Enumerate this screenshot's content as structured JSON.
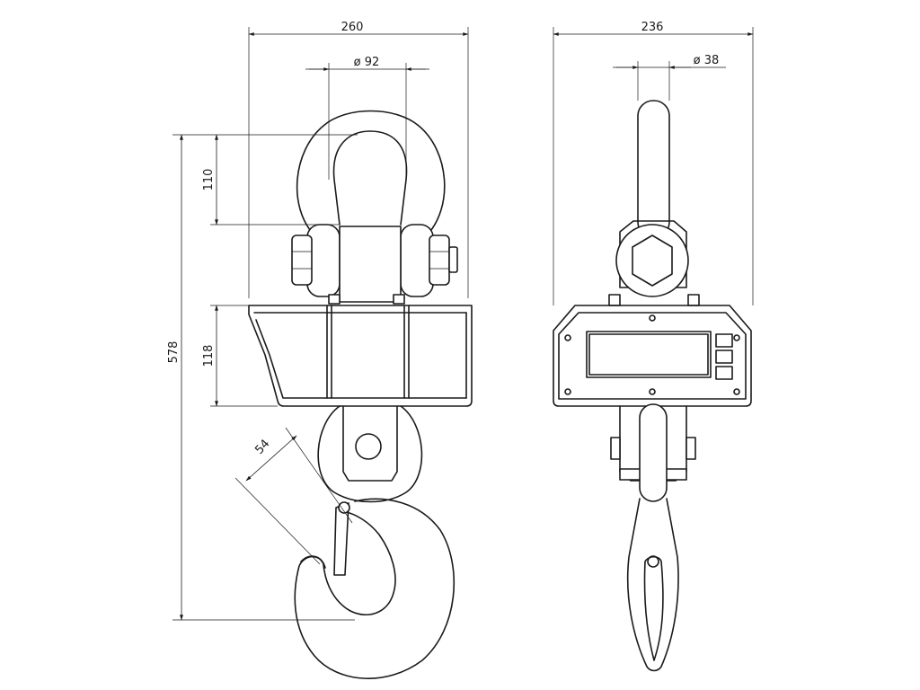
{
  "drawing": {
    "colors": {
      "line": "#1a1a1a",
      "background": "#ffffff"
    },
    "dimensions": {
      "front_width": "260",
      "shackle_diameter": "ø 92",
      "side_width": "236",
      "pin_diameter": "ø 38",
      "shackle_height": "110",
      "housing_height": "118",
      "total_height": "578",
      "hook_opening": "54"
    }
  }
}
